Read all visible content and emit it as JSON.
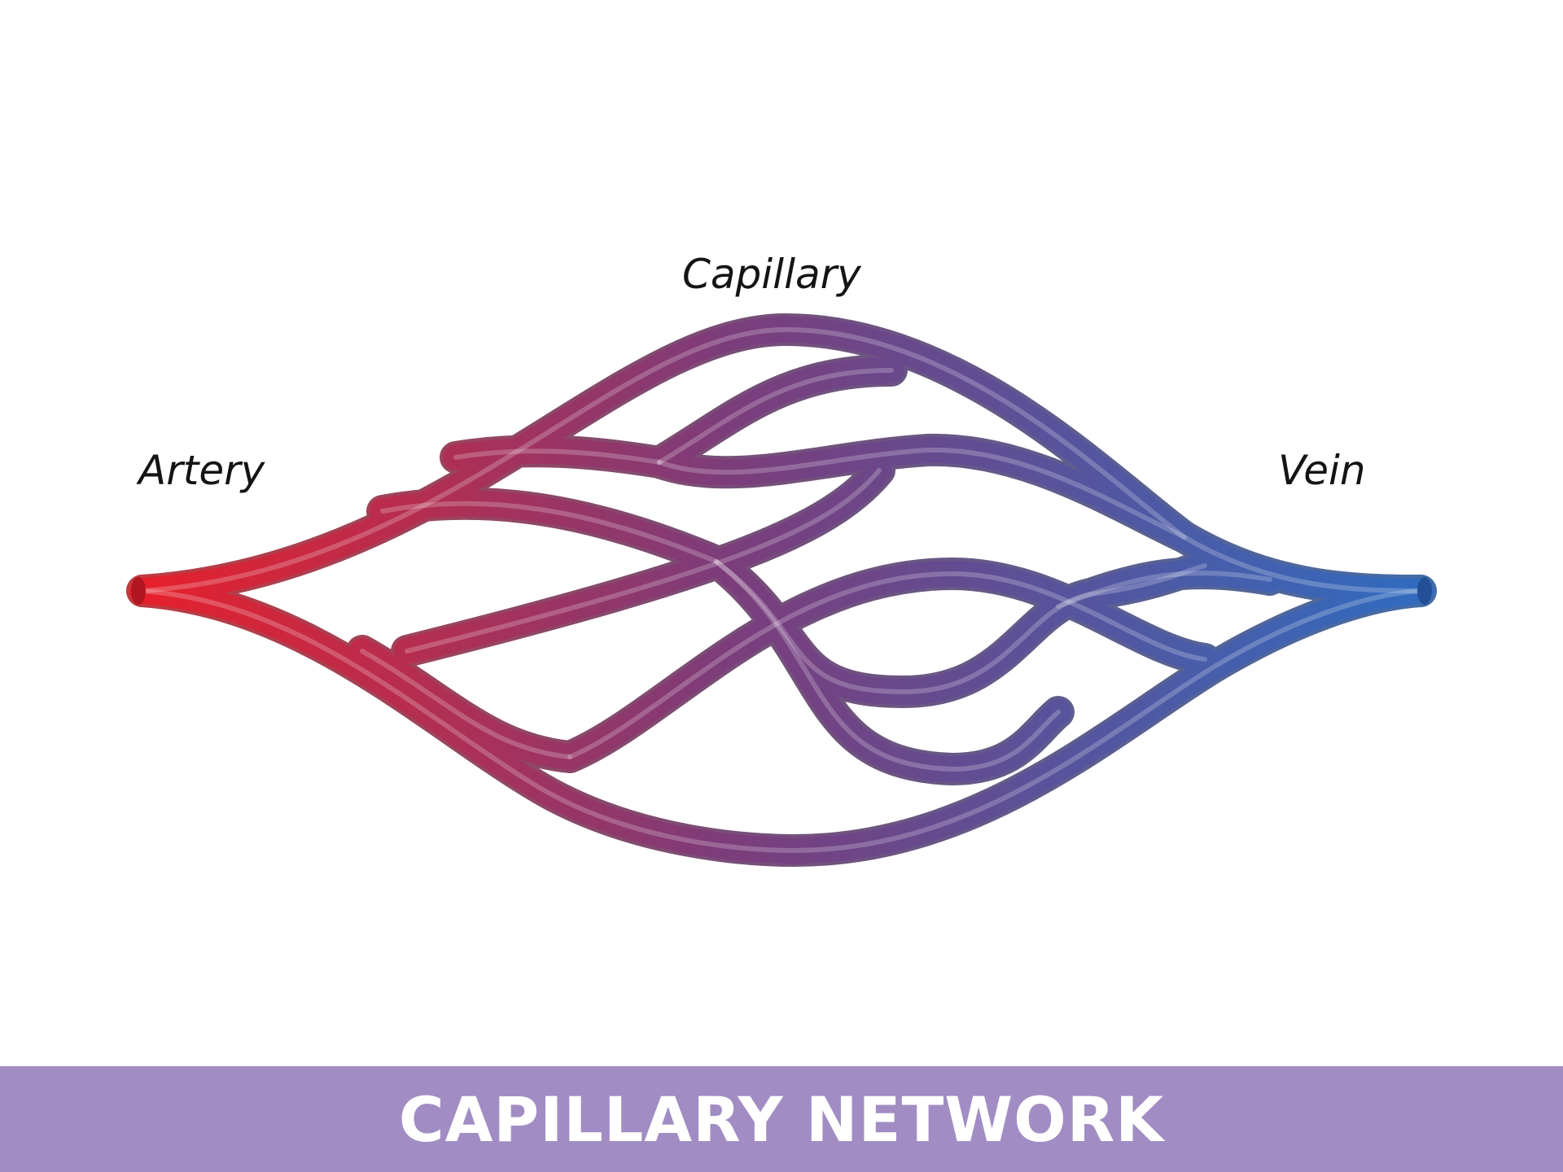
{
  "labels": {
    "capillary": "Capillary",
    "artery": "Artery",
    "vein": "Vein"
  },
  "title": "CAPILLARY NETWORK",
  "colors": {
    "artery": "#e8202a",
    "mid": "#7d3c7a",
    "vein": "#2f6cc0",
    "banner": "#a18dc3",
    "title_text": "#ffffff",
    "label_text": "#141414",
    "background": "#ffffff"
  }
}
